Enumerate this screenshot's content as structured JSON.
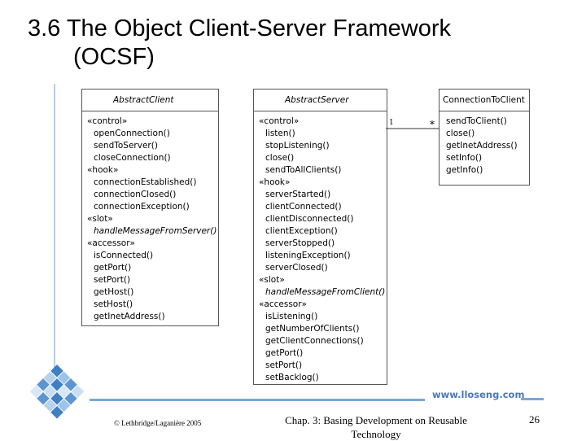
{
  "slide": {
    "title_line1": "3.6 The Object Client-Server Framework",
    "title_line2": "(OCSF)",
    "site": "www.lloseng.com",
    "footer_left": "© Lethbridge/Laganière 2005",
    "footer_middle": "Chap. 3: Basing Development on Reusable Technology",
    "page_number": "26"
  },
  "colors": {
    "accent_blue": "#7aa7d2",
    "site_blue": "#4a78b5"
  },
  "diagram": {
    "abstract_client": {
      "name": "AbstractClient",
      "rows": [
        {
          "kind": "st",
          "text": "«control»"
        },
        {
          "kind": "op",
          "text": "openConnection()"
        },
        {
          "kind": "op",
          "text": "sendToServer()"
        },
        {
          "kind": "op",
          "text": "closeConnection()"
        },
        {
          "kind": "st",
          "text": "«hook»"
        },
        {
          "kind": "op",
          "text": "connectionEstablished()"
        },
        {
          "kind": "op",
          "text": "connectionClosed()"
        },
        {
          "kind": "op",
          "text": "connectionException()"
        },
        {
          "kind": "st",
          "text": "«slot»"
        },
        {
          "kind": "op it",
          "text": "handleMessageFromServer()"
        },
        {
          "kind": "st",
          "text": "«accessor»"
        },
        {
          "kind": "op",
          "text": "isConnected()"
        },
        {
          "kind": "op",
          "text": "getPort()"
        },
        {
          "kind": "op",
          "text": "setPort()"
        },
        {
          "kind": "op",
          "text": "getHost()"
        },
        {
          "kind": "op",
          "text": "setHost()"
        },
        {
          "kind": "op",
          "text": "getInetAddress()"
        }
      ]
    },
    "abstract_server": {
      "name": "AbstractServer",
      "rows": [
        {
          "kind": "st",
          "text": "«control»"
        },
        {
          "kind": "op",
          "text": "listen()"
        },
        {
          "kind": "op",
          "text": "stopListening()"
        },
        {
          "kind": "op",
          "text": "close()"
        },
        {
          "kind": "op",
          "text": "sendToAllClients()"
        },
        {
          "kind": "st",
          "text": "«hook»"
        },
        {
          "kind": "op",
          "text": "serverStarted()"
        },
        {
          "kind": "op",
          "text": "clientConnected()"
        },
        {
          "kind": "op",
          "text": "clientDisconnected()"
        },
        {
          "kind": "op",
          "text": "clientException()"
        },
        {
          "kind": "op",
          "text": "serverStopped()"
        },
        {
          "kind": "op",
          "text": "listeningException()"
        },
        {
          "kind": "op",
          "text": "serverClosed()"
        },
        {
          "kind": "st",
          "text": "«slot»"
        },
        {
          "kind": "op it",
          "text": "handleMessageFromClient()"
        },
        {
          "kind": "st",
          "text": "«accessor»"
        },
        {
          "kind": "op",
          "text": "isListening()"
        },
        {
          "kind": "op",
          "text": "getNumberOfClients()"
        },
        {
          "kind": "op",
          "text": "getClientConnections()"
        },
        {
          "kind": "op",
          "text": "getPort()"
        },
        {
          "kind": "op",
          "text": "setPort()"
        },
        {
          "kind": "op",
          "text": "setBacklog()"
        }
      ]
    },
    "connection_to_client": {
      "name": "ConnectionToClient",
      "rows": [
        {
          "kind": "st",
          "text": "sendToClient()"
        },
        {
          "kind": "st",
          "text": "close()"
        },
        {
          "kind": "st",
          "text": "getInetAddress()"
        },
        {
          "kind": "st",
          "text": "setInfo()"
        },
        {
          "kind": "st",
          "text": "getInfo()"
        }
      ]
    },
    "association": {
      "server_mult": "1",
      "client_mult": "*"
    }
  }
}
